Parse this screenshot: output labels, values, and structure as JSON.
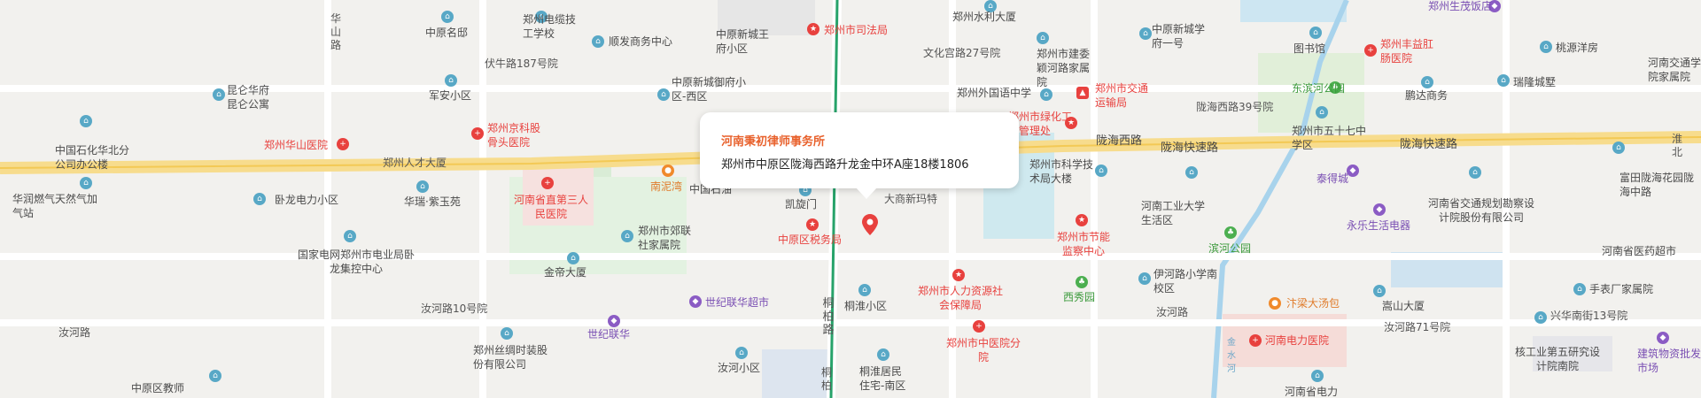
{
  "popup": {
    "title": "河南秉初律师事务所",
    "address": "郑州市中原区陇海西路升龙金中环A座18楼1806"
  },
  "roads": {
    "huashan": "华山路",
    "longhai_west_1": "陇海西路",
    "longhai_fast_1": "陇海快速路",
    "longhai_fast_2": "陇海快速路",
    "ruhe_1": "汝河路",
    "ruhe_2": "汝河路",
    "tongbai": "桐柏路",
    "tongbai_2": "桐柏",
    "zhengzhou_rencai": "郑州人才大厦",
    "wenhuagong": "文化宫路27号院",
    "funiu": "伏牛路187号院",
    "ruhe10": "汝河路10号院",
    "ruhe71": "汝河路71号院",
    "longhai39": "陇海西路39号院",
    "xingshuaijie": "兴华南街13号院",
    "jin_shui": "金水河",
    "huai_bei": "淮北"
  },
  "pois": {
    "teal": [
      "中原名邸",
      "郑州电缆技工学校",
      "顺发商务中心",
      "中原新城王府小区",
      "郑州水利大厦",
      "郑州市建委颖河路家属院",
      "中原新城学府一号",
      "图书馆",
      "桃源洋房",
      "河南交通学院家属院",
      "昆仑华府昆仑公寓",
      "军安小区",
      "中原新城御府小区-西区",
      "郑州外国语中学",
      "瑞隆城墅",
      "鹏达商务",
      "中国石化华北分公司办公楼",
      "郑州市五十七中学区",
      "华润燃气天然气加气站",
      "卧龙电力小区",
      "华瑞·紫玉苑",
      "凯旋门",
      "郑州市科学技术局大楼",
      "河南工业大学生活区",
      "富田陇海花园陇海中路",
      "郑州市郊联社家属院",
      "国家电网郑州市电业局卧龙集控中心",
      "金帝大厦",
      "伊河路小学南校区",
      "河南省交通规划勘察设计院股份有限公司",
      "河南省医药超市",
      "桐淮小区",
      "郑州丝绸时装股份有限公司",
      "嵩山大厦",
      "手表厂家属院",
      "核工业第五研究设计院南院",
      "汝河小区",
      "桐淮居民住宅-南区",
      "中原区教师",
      "中国石油",
      "河南省电力"
    ],
    "red": [
      "郑州市司法局",
      "郑州丰益肛肠医院",
      "郑州京科股骨头医院",
      "郑州市交通运输局",
      "郑州市绿化工程管理处",
      "郑州华山医院",
      "河南省直第三人民医院",
      "中原区税务局",
      "郑州市节能监察中心",
      "郑州市人力资源社会保障局",
      "郑州市中医院分院",
      "河南电力医院"
    ],
    "purple": [
      "郑州生茂饭店",
      "泰得城",
      "永乐生活电器",
      "世纪联华超市",
      "世纪联华",
      "建筑物资批发市场"
    ],
    "green": [
      "东滨河公园",
      "滨河公园",
      "西秀园"
    ],
    "orange": [
      "南泥湾",
      "汴梁大汤包",
      "大商新玛特"
    ]
  }
}
